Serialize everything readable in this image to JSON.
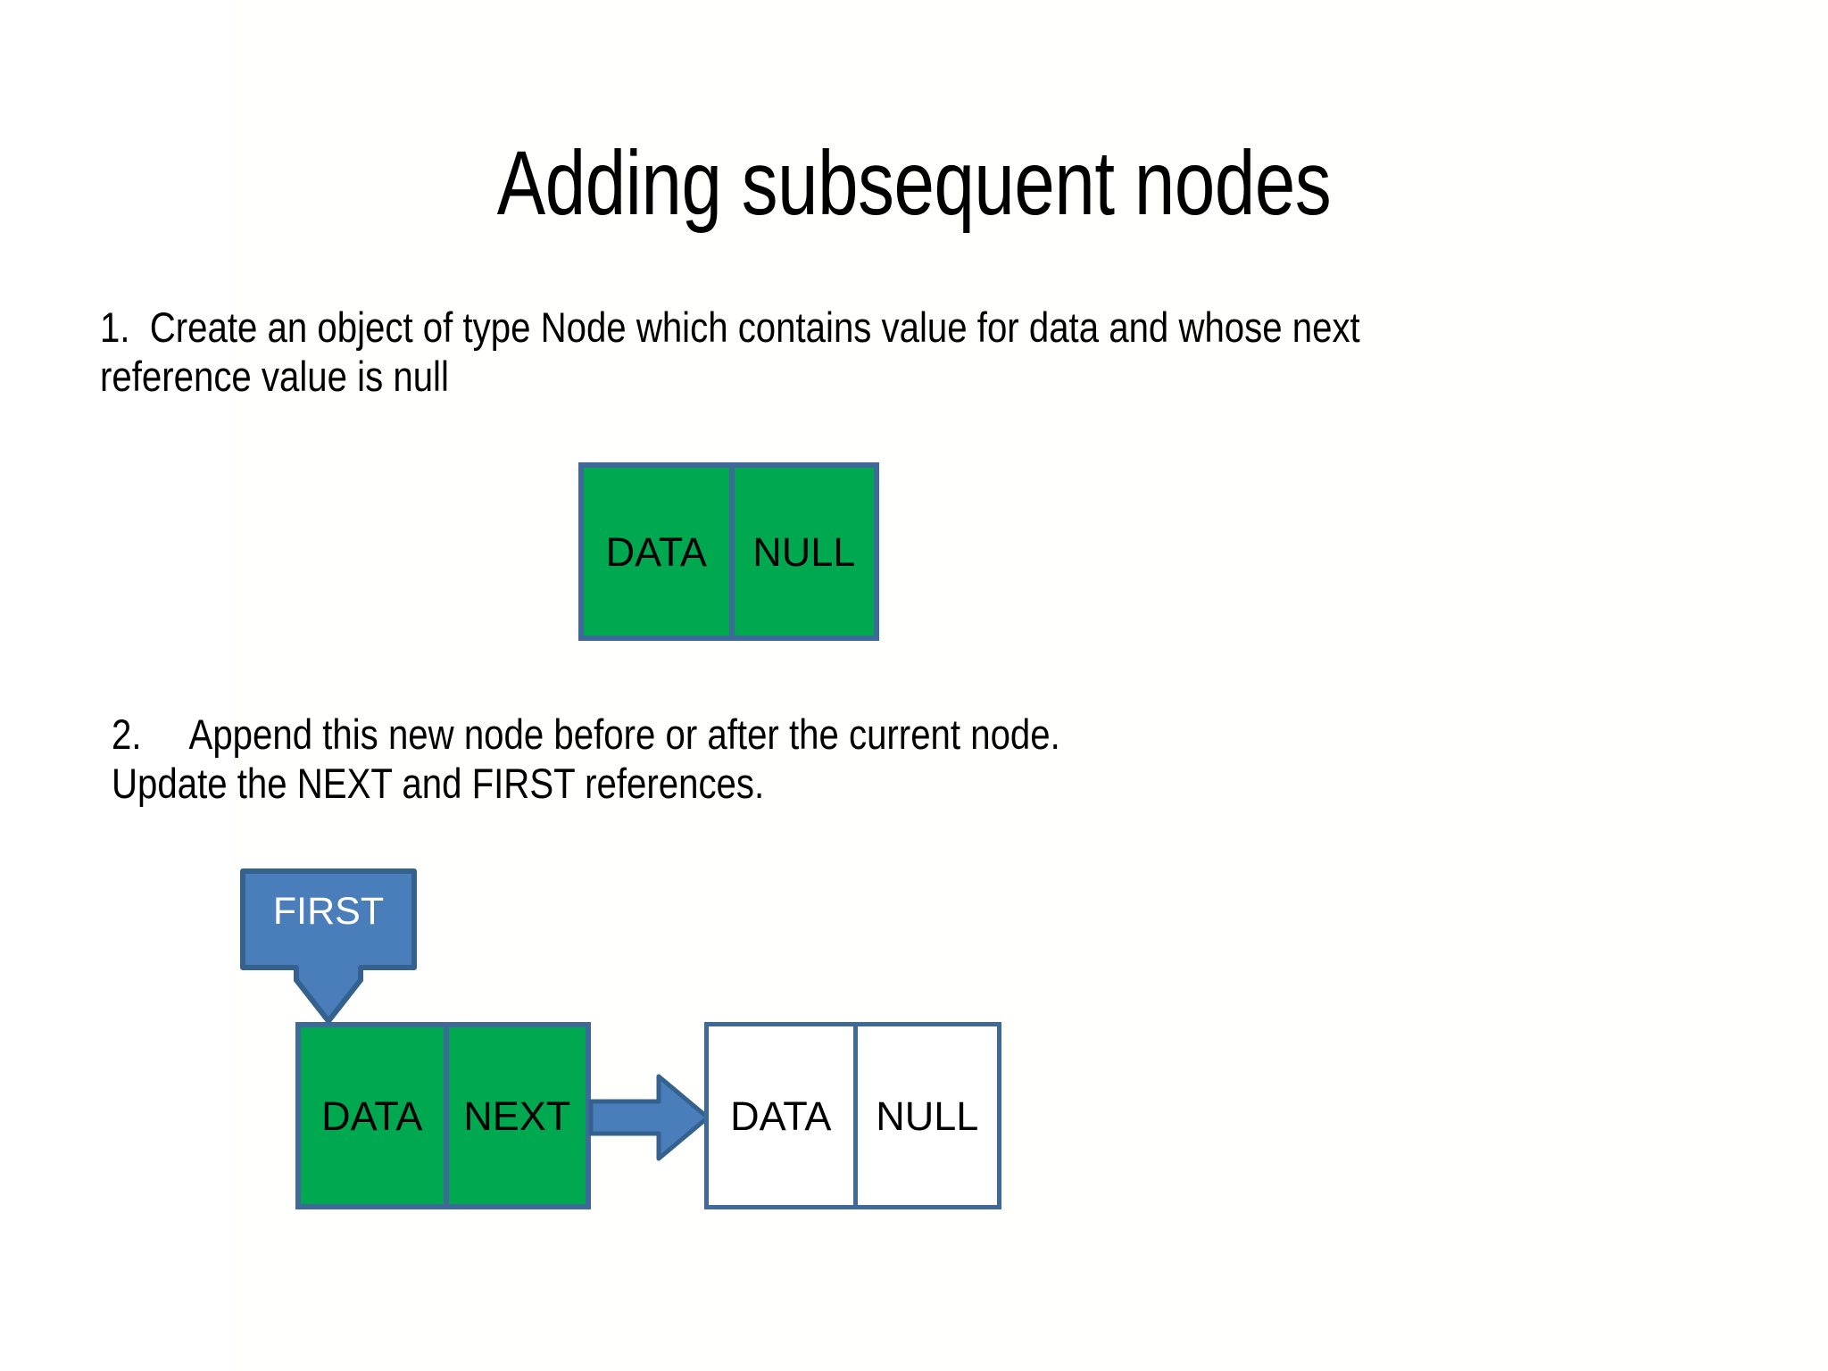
{
  "slide": {
    "title": "Adding subsequent nodes",
    "background_color": "#ffffff",
    "text_color": "#000000"
  },
  "steps": [
    {
      "number": "1.",
      "lines": [
        "Create an object of type Node which contains value for data and whose next",
        "reference value is null"
      ]
    },
    {
      "number": "2.",
      "lines": [
        "Append this new node before or after the current node.",
        "Update the NEXT and FIRST references."
      ]
    }
  ],
  "diagram_top": {
    "node": {
      "fill_color": "#00a94f",
      "border_color": "#3f6999",
      "cells": [
        {
          "label": "DATA"
        },
        {
          "label": "NULL"
        }
      ]
    }
  },
  "diagram_bottom": {
    "pointer": {
      "label": "FIRST",
      "fill_color": "#4a7ebb",
      "border_color": "#35618f",
      "text_color": "#ffffff",
      "icon": "down-arrow-callout"
    },
    "current_node": {
      "fill_color": "#00a94f",
      "border_color": "#3f6999",
      "cells": [
        {
          "label": "DATA"
        },
        {
          "label": "NEXT"
        }
      ]
    },
    "link_arrow": {
      "icon": "right-block-arrow",
      "fill_color": "#4a7ebb",
      "border_color": "#35618f"
    },
    "new_node": {
      "fill_color": "#ffffff",
      "border_color": "#3f6999",
      "cells": [
        {
          "label": "DATA"
        },
        {
          "label": "NULL"
        }
      ]
    }
  }
}
